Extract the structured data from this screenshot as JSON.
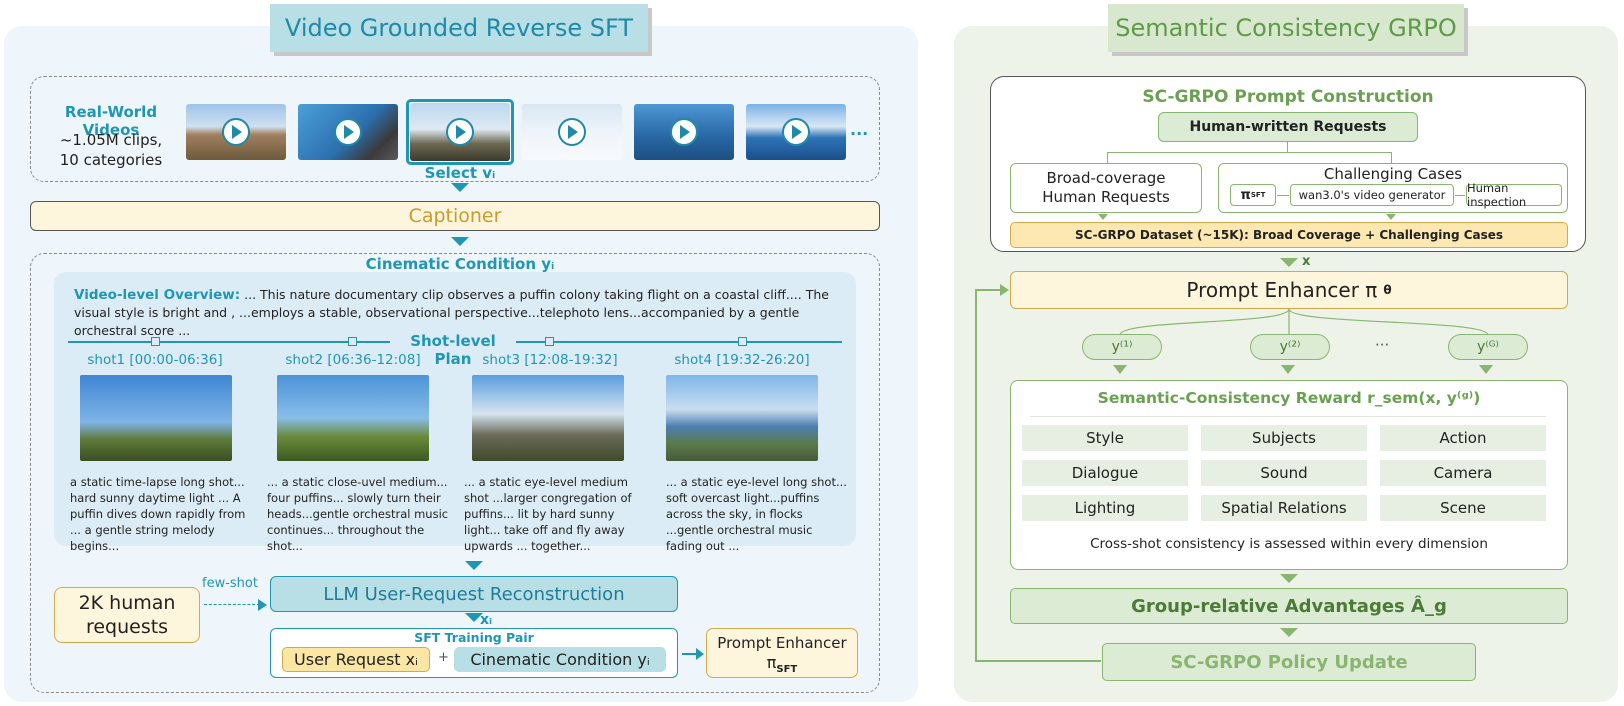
{
  "left": {
    "title": "Video Grounded Reverse SFT",
    "videos_label": "Real-World Videos",
    "videos_count": "~1.05M clips,",
    "videos_categories": "10 categories",
    "ellipsis": "···",
    "select_label": "Select vᵢ",
    "captioner": "Captioner",
    "cinematic_condition": "Cinematic Condition yᵢ",
    "overview_label": "Video-level Overview:",
    "overview_text": " ... This nature documentary clip observes a puffin colony taking flight on a coastal cliff.... The visual style is bright and , ...employs a stable, observational perspective...telephoto lens...accompanied by a gentle orchestral score ...",
    "shot_plan": "Shot-level Plan",
    "shots": [
      {
        "label": "shot1 [00:00-06:36]",
        "desc": "a static time-lapse long shot... hard sunny daytime light ... A puffin dives down rapidly from ... a gentle string melody begins..."
      },
      {
        "label": "shot2 [06:36-12:08]",
        "desc": "... a static close-uvel medium... four puffins... slowly turn their heads...gentle orchestral music continues... throughout the shot..."
      },
      {
        "label": "shot3 [12:08-19:32]",
        "desc": "... a static eye-level medium shot ...larger congregation of puffins... lit by hard sunny light... take off and fly away upwards ... together..."
      },
      {
        "label": "shot4 [19:32-26:20]",
        "desc": "... a static eye-level long shot... soft overcast light...puffins across the sky, in flocks ...gentle orchestral music fading out ..."
      }
    ],
    "human_requests": "2K human requests",
    "few_shot": "few-shot",
    "llm_recon": "LLM User-Request Reconstruction",
    "xi": "xᵢ",
    "sft_pair": "SFT Training Pair",
    "user_request": "User Request xᵢ",
    "plus": "+",
    "cinematic_condition_short": "Cinematic Condition yᵢ",
    "prompt_enhancer": "Prompt Enhancer",
    "pi_sft": "π",
    "pi_sft_sub": "SFT"
  },
  "right": {
    "title": "Semantic Consistency GRPO",
    "construction_title": "SC-GRPO Prompt Construction",
    "human_written": "Human-written Requests",
    "broad_coverage": "Broad-coverage Human Requests",
    "challenging": "Challenging Cases",
    "pi_sft": "π",
    "pi_sft_sub": "SFT",
    "generator": "wan3.0's video generator",
    "inspection": "Human inspection",
    "dataset": "SC-GRPO Dataset (~15K): Broad Coverage + Challenging Cases",
    "x_label": "x",
    "prompt_enhancer": "Prompt Enhancer  π",
    "theta": "θ",
    "samples": [
      "y⁽¹⁾",
      "y⁽²⁾",
      "···",
      "y⁽ᴳ⁾"
    ],
    "reward_title": "Semantic-Consistency Reward  r_sem(x, y⁽ᵍ⁾)",
    "dimensions": [
      "Style",
      "Subjects",
      "Action",
      "Dialogue",
      "Sound",
      "Camera",
      "Lighting",
      "Spatial Relations",
      "Scene"
    ],
    "cross_shot": "Cross-shot consistency is assessed within every dimension",
    "advantages": "Group-relative Advantages  Â_g",
    "policy_update": "SC-GRPO Policy Update"
  },
  "colors": {
    "teal": "#1f96b4",
    "green": "#6aa151",
    "cream": "#fdf6dc",
    "gold": "#d4a94a"
  }
}
